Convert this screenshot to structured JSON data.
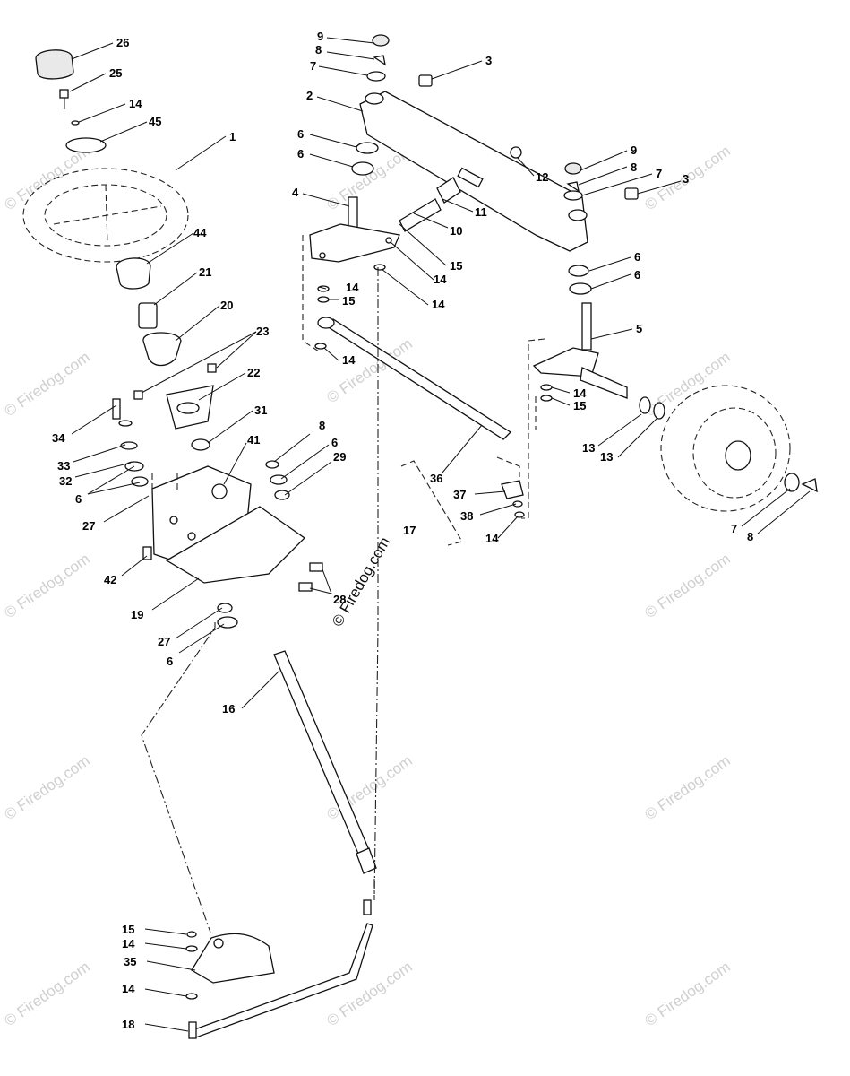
{
  "watermark": {
    "text": "© Firedog.com",
    "color": "#cfcfcf",
    "main_color": "#111111"
  },
  "labels": {
    "l1": "1",
    "l2": "2",
    "l3a": "3",
    "l3b": "3",
    "l4": "4",
    "l5": "5",
    "l6a": "6",
    "l6b": "6",
    "l6c": "6",
    "l6d": "6",
    "l6e": "6",
    "l6f": "6",
    "l6g": "6",
    "l7a": "7",
    "l7b": "7",
    "l7c": "7",
    "l8a": "8",
    "l8b": "8",
    "l8c": "8",
    "l8d": "8",
    "l9a": "9",
    "l9b": "9",
    "l10": "10",
    "l11": "11",
    "l12": "12",
    "l13a": "13",
    "l13b": "13",
    "l14a": "14",
    "l14b": "14",
    "l14c": "14",
    "l14d": "14",
    "l14e": "14",
    "l14f": "14",
    "l14g": "14",
    "l14h": "14",
    "l14i": "14",
    "l15a": "15",
    "l15b": "15",
    "l15c": "15",
    "l15d": "15",
    "l16": "16",
    "l17": "17",
    "l18": "18",
    "l19": "19",
    "l20": "20",
    "l21": "21",
    "l22": "22",
    "l23": "23",
    "l25": "25",
    "l26": "26",
    "l27a": "27",
    "l27b": "27",
    "l28": "28",
    "l29": "29",
    "l31": "31",
    "l32": "32",
    "l33": "33",
    "l34": "34",
    "l35": "35",
    "l36": "36",
    "l37": "37",
    "l38": "38",
    "l41": "41",
    "l42": "42",
    "l44": "44",
    "l45": "45"
  }
}
